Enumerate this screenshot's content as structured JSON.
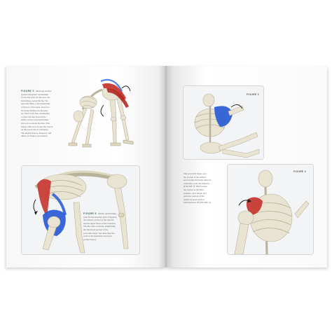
{
  "left_page": {
    "figure5": {
      "label": "FIGURE 5",
      "lines": [
        "illustrates another",
        "agonist/antagonist relationship",
        "for the hip joint. In this case, the",
        "hamstrings extend the hip. We",
        "typically think of the hamstrings",
        "as flexors of the knee; however,",
        "in Uttana Shishosana the knee",
        "are fixed to the mat. Attempting",
        "to draw the mat towards the",
        "hands contracts the hamstrings",
        "and acts to extend the hips. This",
        "brings calm as it focuses the stretch",
        "on the psoas and its synergists.",
        "The medial flexors, iliopsoas, and",
        "others are fingers and tension."
      ]
    },
    "figure6": {
      "label": "FIGURE 6",
      "lines": [
        "Similar relationships",
        "exist for the shoulder joint. Engaging",
        "the anterior portion of the deltoids",
        "and the upper fibers of the trapezius",
        "lifts the arms overhead, lengthening",
        "the shortened portion of the",
        "pectoralis major and other muscles,",
        "such as the latissimus dorsi (not",
        "pictured here)."
      ]
    }
  },
  "right_page": {
    "figure3_tag": "FIGURE 3",
    "figure4_tag": "FIGURE 4",
    "figure4_caption": {
      "lines": [
        "The pectoralis major over",
        "the portion of the deltoid,",
        "and acromioclavicular muscles",
        "externally rotate the humerus",
        "(FIGURE 3). This focuses",
        "the stretch on the infra-",
        "spinatus, teres minor, and",
        "posterior portion of the",
        "deltoid in poses such as",
        "Marichyasana III (FIGURE 4)."
      ]
    }
  },
  "colors": {
    "hamstring": "#c6342e",
    "shoulder_blue": "#2f5fd6",
    "bone": "#e9e4d2",
    "panel_bg": "#f3f4f5"
  }
}
